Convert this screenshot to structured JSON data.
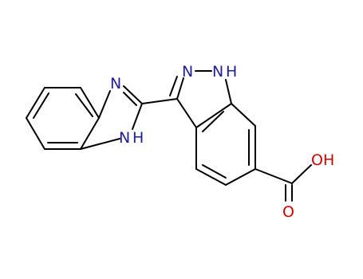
{
  "atom_labels": {
    "benzimidazole_n3": "N",
    "benzimidazole_nh": "H",
    "benzimidazole_n1": "N",
    "indazole_n2": "N",
    "indazole_n1": "N",
    "indazole_nh": "H",
    "acid_oh_o": "O",
    "acid_oh_h": "H",
    "acid_carbonyl_o": "O"
  },
  "colors": {
    "nitrogen": "#1e1e96",
    "oxygen": "#cc0000",
    "bond": "#000000",
    "background": "#ffffff"
  }
}
